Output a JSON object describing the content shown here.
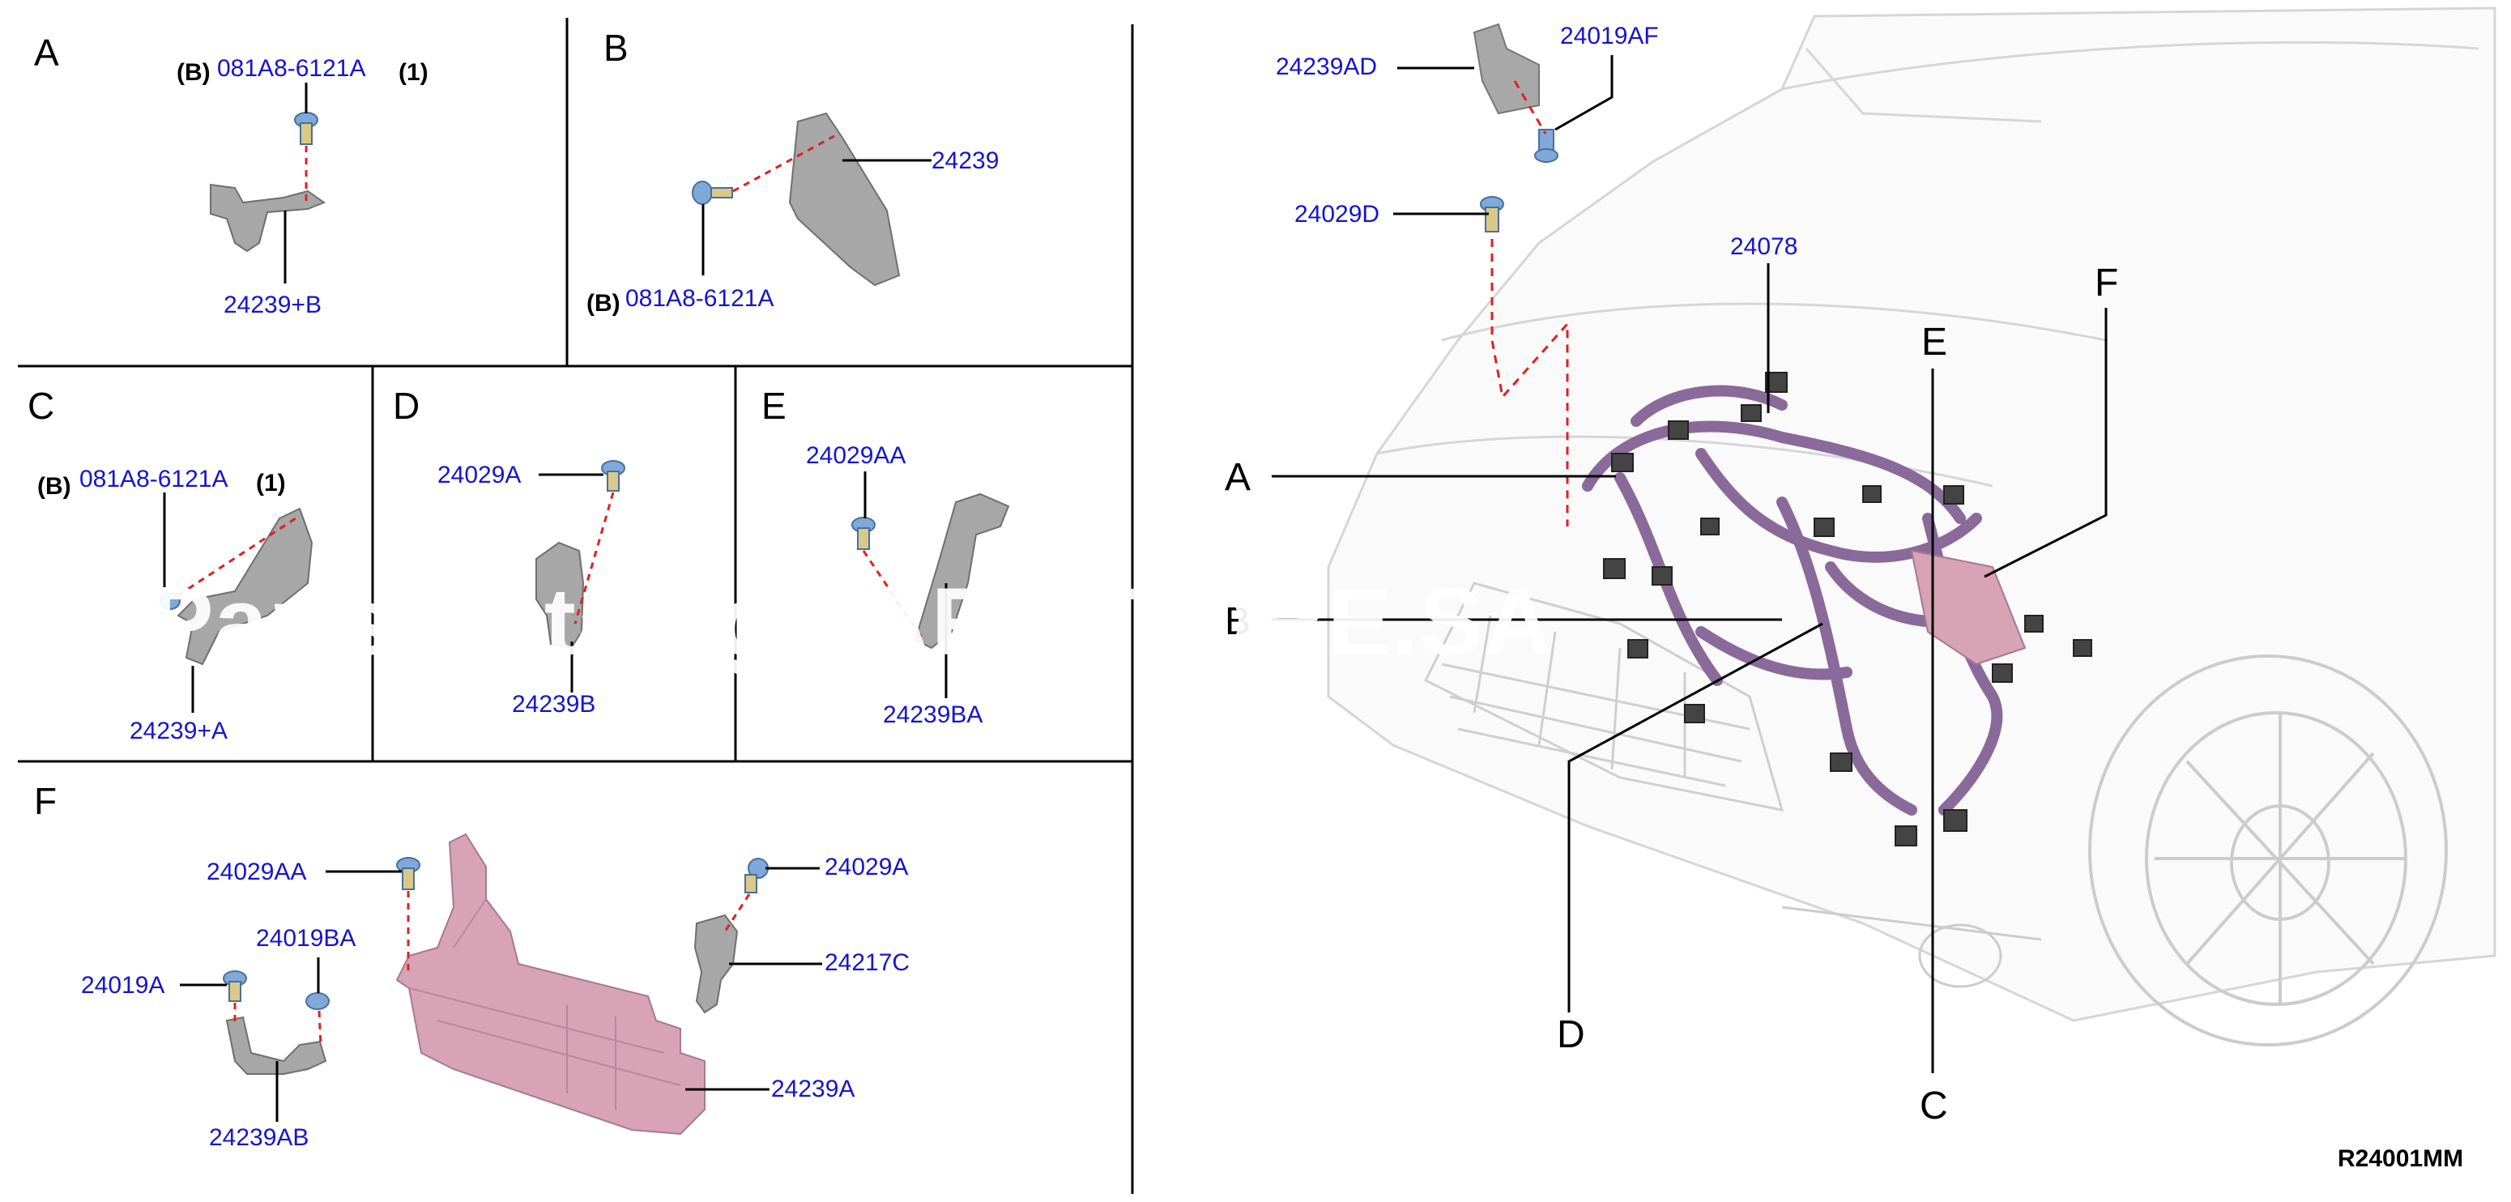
{
  "panels": {
    "A": {
      "letter": "A",
      "bolt_prefix": "(B)",
      "bolt_part": "081A8-6121A",
      "bolt_qty": "(1)",
      "bracket_part": "24239+B"
    },
    "B": {
      "letter": "B",
      "bracket_part": "24239",
      "bolt_prefix": "(B)",
      "bolt_part": "081A8-6121A"
    },
    "C": {
      "letter": "C",
      "bolt_prefix": "(B)",
      "bolt_part": "081A8-6121A",
      "bolt_qty": "(1)",
      "bracket_part": "24239+A"
    },
    "D": {
      "letter": "D",
      "bolt_part": "24029A",
      "bracket_part": "24239B"
    },
    "E": {
      "letter": "E",
      "bolt_part": "24029AA",
      "bracket_part": "24239BA"
    },
    "F": {
      "letter": "F",
      "bolt_left_top": "24029AA",
      "bolt_right": "24029A",
      "bolt_clip": "24019BA",
      "bolt_small": "24019A",
      "bracket_small": "24217C",
      "bracket_clip": "24239AB",
      "protector": "24239A"
    }
  },
  "main": {
    "top_bracket": "24239AD",
    "top_bolt": "24019AF",
    "side_bolt": "24029D",
    "harness": "24078",
    "callouts": {
      "A": "A",
      "B": "B",
      "C": "C",
      "D": "D",
      "E": "E",
      "F": "F"
    }
  },
  "reference_code": "R24001MM",
  "watermark": "Parts Catalog PARTSTORE.SA",
  "colors": {
    "part_number": "#1414d2",
    "harness": "#8a6a9a",
    "protector": "#d9a3b6",
    "bracket": "#9a9a9a",
    "bolt": "#7ea9d8",
    "leader_dashed": "#e02020"
  }
}
